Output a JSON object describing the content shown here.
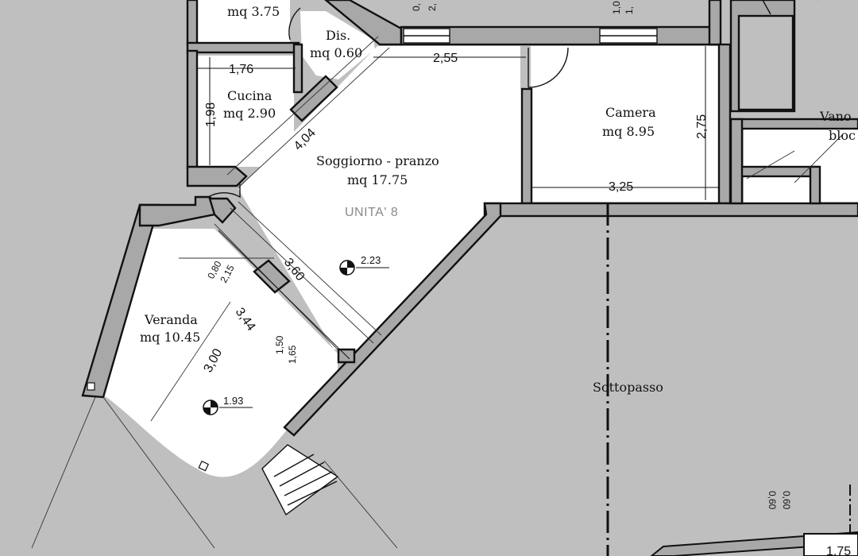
{
  "rooms": {
    "top_room": "mq 3.75",
    "dis_name": "Dis.",
    "dis_area": "mq 0.60",
    "cucina_name": "Cucina",
    "cucina_area": "mq 2.90",
    "soggiorno_name": "Soggiorno - pranzo",
    "soggiorno_area": "mq 17.75",
    "unit_label": "UNITA' 8",
    "camera_name": "Camera",
    "camera_area": "mq 8.95",
    "veranda_name": "Veranda",
    "veranda_area": "mq 10.45",
    "sottopasso": "Sottopasso",
    "vano_line1": "Vano",
    "vano_line2": "bloc"
  },
  "dimensions": {
    "cucina_width": "1,76",
    "cucina_height": "1,98",
    "diag_404": "4,04",
    "living_width": "2,55",
    "camera_height": "2,75",
    "camera_width": "3,25",
    "diag_360": "3,60",
    "veranda_344": "3,44",
    "veranda_300": "3,00",
    "window_080": "0,80",
    "window_215": "2,15",
    "door_150": "1,50",
    "door_165": "1,65",
    "bottom_right": "1,75",
    "top_small_a": "0,",
    "top_small_b": "2,",
    "top_small_c": "1,0",
    "top_small_d": "1,",
    "stair_a": "0,60",
    "stair_b": "0,60"
  },
  "levels": {
    "soggiorno": "2.23",
    "veranda": "1.93"
  }
}
